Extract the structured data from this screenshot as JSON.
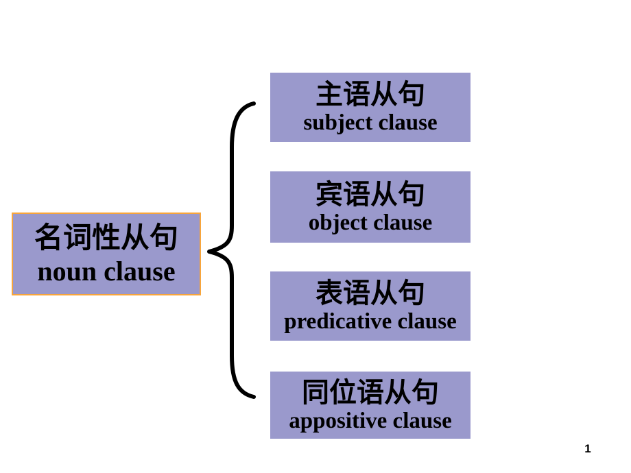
{
  "slide": {
    "background_color": "#ffffff",
    "page_number": "1"
  },
  "colors": {
    "node_fill": "#9A99CC",
    "root_border": "#F7A53C",
    "text": "#000000",
    "brace": "#000000"
  },
  "root_node": {
    "zh": "名词性从句",
    "en": "noun clause"
  },
  "branches": [
    {
      "zh": "主语从句",
      "en": "subject clause"
    },
    {
      "zh": "宾语从句",
      "en": "object clause"
    },
    {
      "zh": "表语从句",
      "en": "predicative clause"
    },
    {
      "zh": "同位语从句",
      "en": "appositive clause"
    }
  ]
}
